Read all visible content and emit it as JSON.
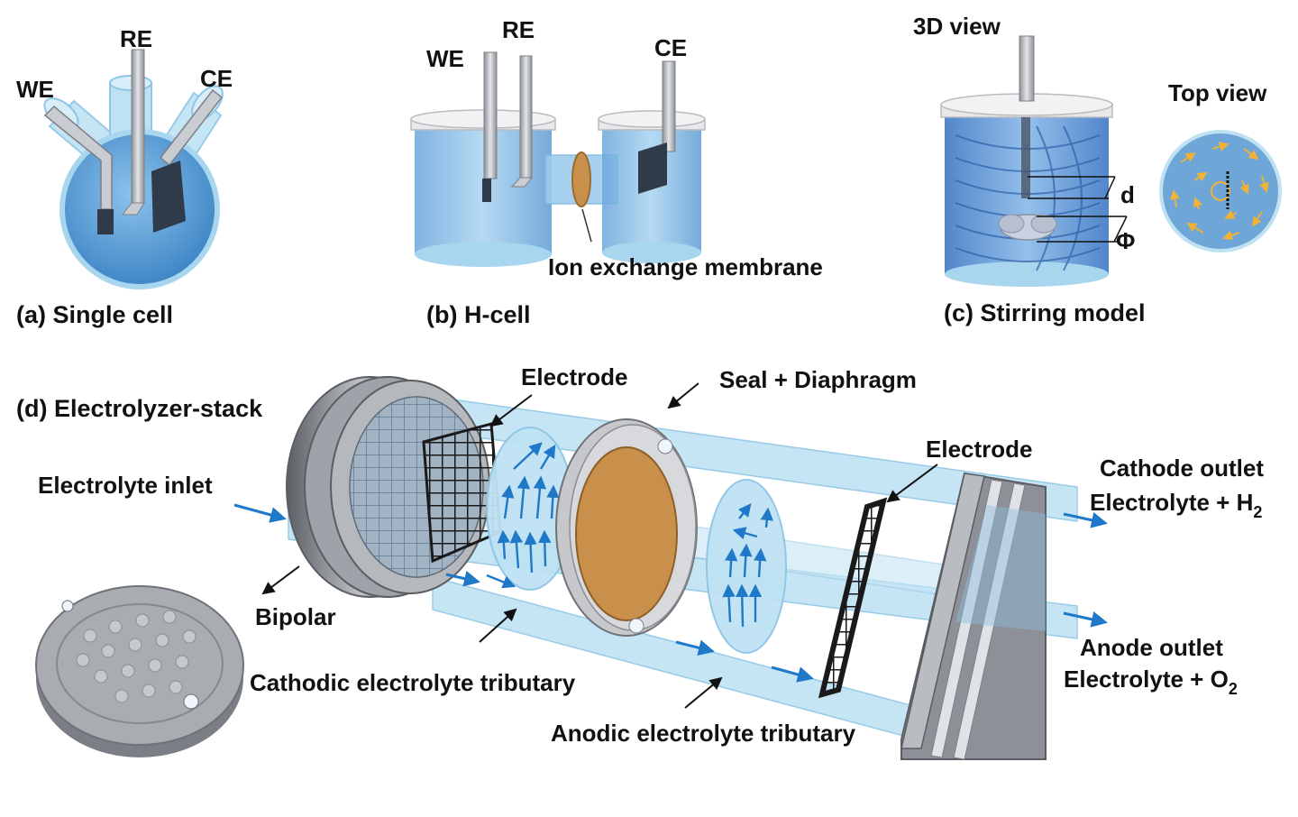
{
  "panels": {
    "a": {
      "caption": "(a) Single cell",
      "we": "WE",
      "re": "RE",
      "ce": "CE"
    },
    "b": {
      "caption": "(b) H-cell",
      "we": "WE",
      "re": "RE",
      "ce": "CE",
      "membrane": "Ion exchange membrane"
    },
    "c": {
      "caption": "(c) Stirring model",
      "view3d": "3D view",
      "top_view": "Top view",
      "d": "d",
      "phi": "Φ"
    },
    "d": {
      "caption": "(d) Electrolyzer-stack",
      "electrode_left": "Electrode",
      "seal": "Seal + Diaphragm",
      "electrode_right": "Electrode",
      "inlet": "Electrolyte inlet",
      "bipolar": "Bipolar",
      "cathodic_tributary": "Cathodic electrolyte tributary",
      "anodic_tributary": "Anodic electrolyte tributary",
      "cathode_outlet": "Cathode outlet",
      "cathode_outlet_product": "Electrolyte + H",
      "cathode_outlet_sub": "2",
      "anode_outlet": "Anode outlet",
      "anode_outlet_product": "Electrolyte + O",
      "anode_outlet_sub": "2"
    }
  },
  "colors": {
    "electrolyte": "#6fa6d8",
    "glass": "#bfe2f3",
    "metal": "#a9acb1",
    "membrane": "#c8904a",
    "arrow": "#1f78c8",
    "stir_arrow": "#f2b233",
    "mesh": "#1a1a1a"
  }
}
